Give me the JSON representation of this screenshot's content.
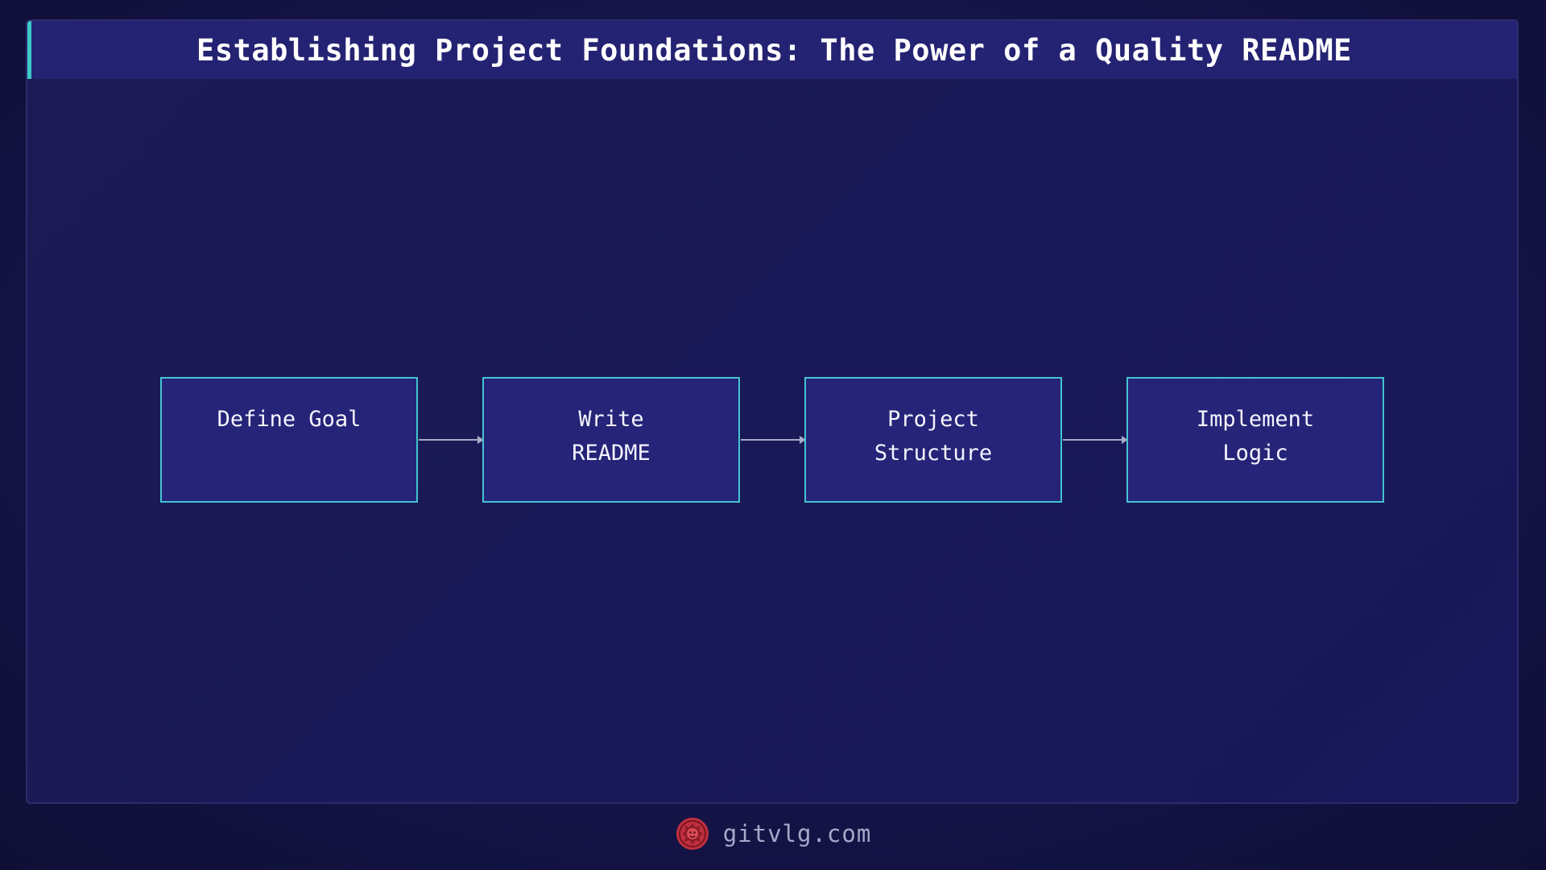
{
  "title": "Establishing Project Foundations: The Power of a Quality README",
  "colors": {
    "background": "#11113a",
    "panel": "#1a1957",
    "title_bar": "#242373",
    "accent": "#3ec8c8",
    "node_fill": "#252478",
    "node_border": "#43c4d1",
    "arrow": "#a7a9c8",
    "logo": "#c0303f"
  },
  "flow": {
    "nodes": [
      {
        "lines": [
          "Define Goal",
          ""
        ]
      },
      {
        "lines": [
          "Write",
          "README"
        ]
      },
      {
        "lines": [
          "Project",
          "Structure"
        ]
      },
      {
        "lines": [
          "Implement",
          "Logic"
        ]
      }
    ],
    "edges": [
      {
        "from": 0,
        "to": 1
      },
      {
        "from": 1,
        "to": 2
      },
      {
        "from": 2,
        "to": 3
      }
    ]
  },
  "footer": {
    "logo_icon": "lion-crest-icon",
    "site": "gitvlg.com"
  }
}
